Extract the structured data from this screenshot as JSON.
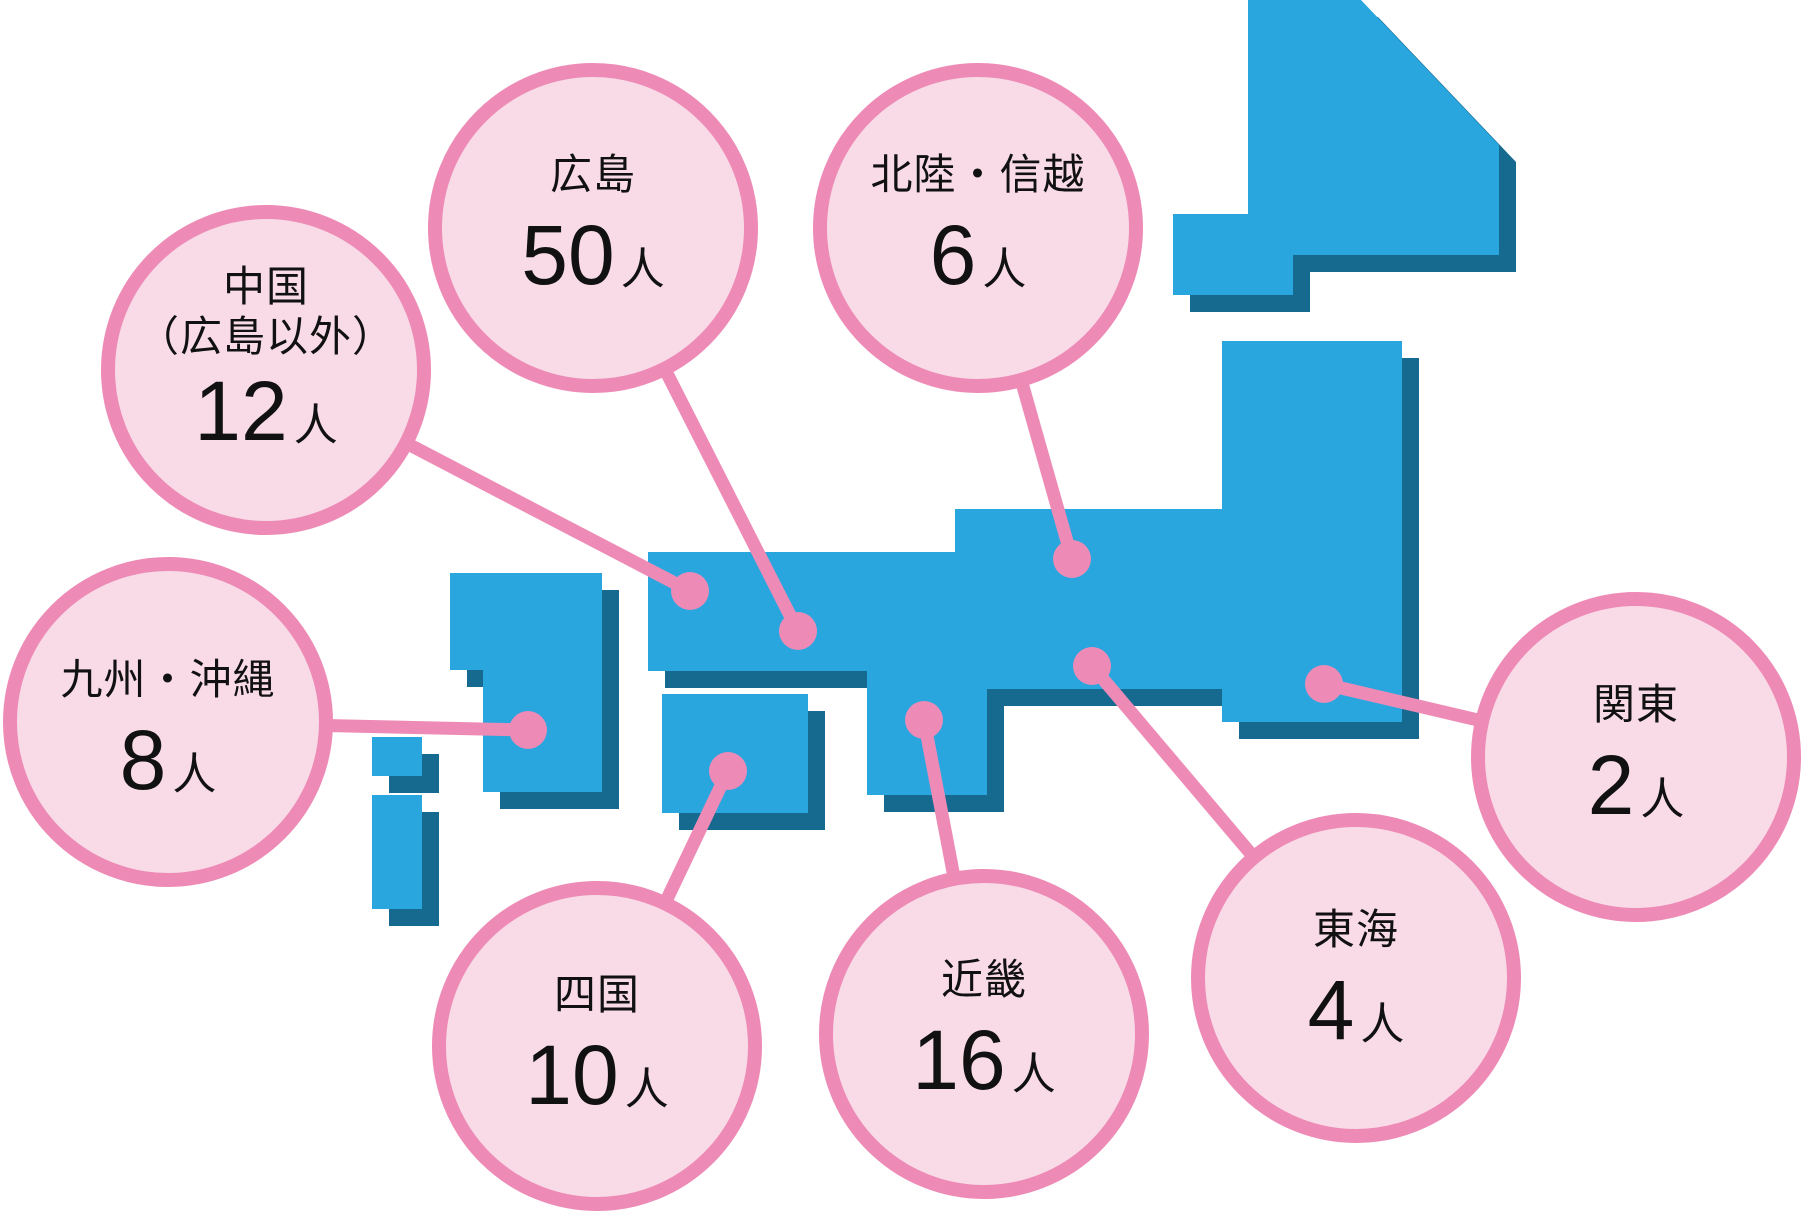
{
  "title": "地域別人数",
  "unit": "人",
  "colors": {
    "land": "#2aa6df",
    "land_shadow": "#166a8f",
    "bubble_fill": "#f8dbe7",
    "bubble_stroke": "#ee8ab6",
    "text": "#111111"
  },
  "regions": [
    {
      "id": "chugoku",
      "name_lines": [
        "中国",
        "（広島以外）"
      ],
      "count": "12"
    },
    {
      "id": "hiroshima",
      "name_lines": [
        "広島"
      ],
      "count": "50"
    },
    {
      "id": "hokuriku-shinetsu",
      "name_lines": [
        "北陸・信越"
      ],
      "count": "6"
    },
    {
      "id": "kyushu-okinawa",
      "name_lines": [
        "九州・沖縄"
      ],
      "count": "8"
    },
    {
      "id": "shikoku",
      "name_lines": [
        "四国"
      ],
      "count": "10"
    },
    {
      "id": "kinki",
      "name_lines": [
        "近畿"
      ],
      "count": "16"
    },
    {
      "id": "tokai",
      "name_lines": [
        "東海"
      ],
      "count": "4"
    },
    {
      "id": "kanto",
      "name_lines": [
        "関東"
      ],
      "count": "2"
    }
  ],
  "chart_data": {
    "type": "table",
    "title": "",
    "categories": [
      "中国（広島以外）",
      "広島",
      "北陸・信越",
      "九州・沖縄",
      "四国",
      "近畿",
      "東海",
      "関東"
    ],
    "values": [
      12,
      50,
      6,
      8,
      10,
      16,
      4,
      2
    ],
    "unit": "人"
  }
}
